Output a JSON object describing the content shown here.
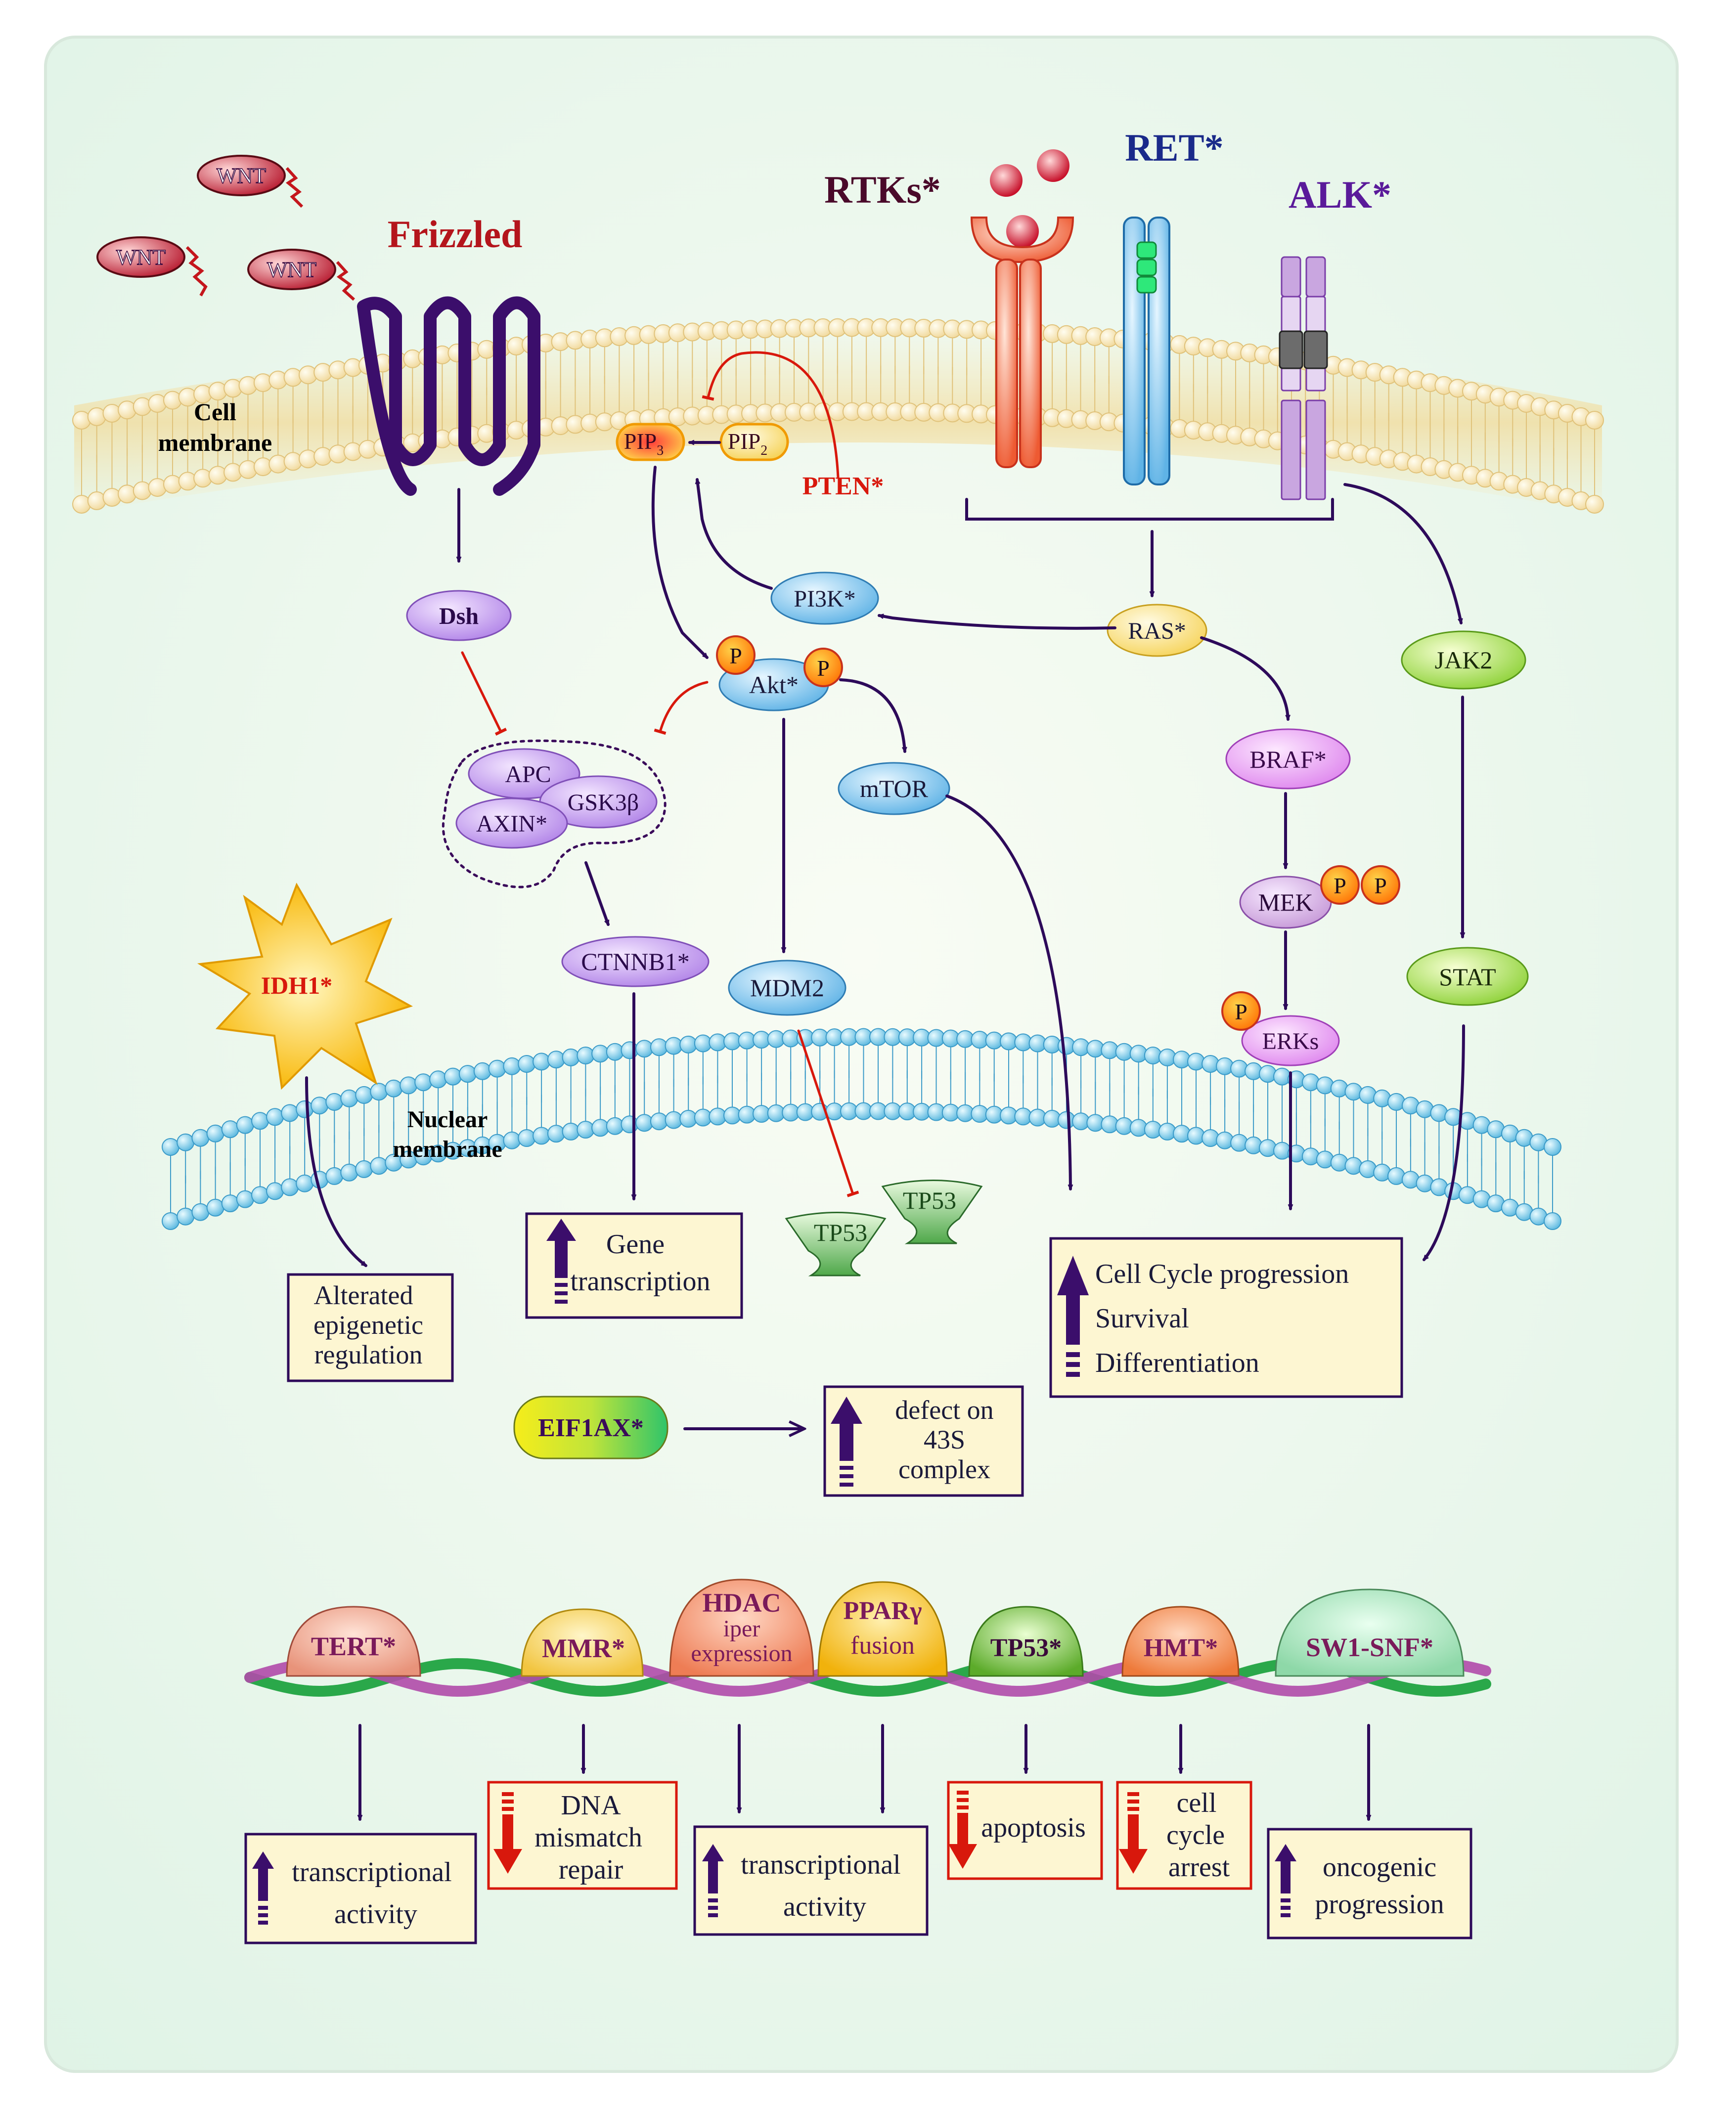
{
  "colors": {
    "arrow": "#2d0a5a",
    "inhibit": "#d8180c",
    "bg": "#eaf7ee",
    "boxFill": "#fdf6d2"
  },
  "labels": {
    "wnt": "WNT",
    "frizzled": "Frizzled",
    "cell_membrane": [
      "Cell",
      "membrane"
    ],
    "pip3": "PIP",
    "pip3_sub": "3",
    "pip2": "PIP",
    "pip2_sub": "2",
    "pten": "PTEN*",
    "rtks": "RTKs*",
    "ret": "RET*",
    "alk": "ALK*",
    "dsh": "Dsh",
    "pi3k": "PI3K*",
    "ras": "RAS*",
    "jak2": "JAK2",
    "akt": "Akt*",
    "p": "P",
    "mtor": "mTOR",
    "apc": "APC",
    "gsk3b": "GSK3β",
    "axin": "AXIN*",
    "braf": "BRAF*",
    "mek": "MEK",
    "erks": "ERKs",
    "stat": "STAT",
    "idh1": "IDH1*",
    "ctnnb1": "CTNNB1*",
    "mdm2": "MDM2",
    "nuclear_membrane": [
      "Nuclear",
      "membrane"
    ],
    "tp53": "TP53",
    "eif1ax": "EIF1AX*"
  },
  "result_boxes": {
    "gene": [
      "Gene",
      "transcription"
    ],
    "epigenetic": [
      "Alterated",
      "epigenetic",
      "regulation"
    ],
    "cellcycle": [
      "Cell Cycle progression",
      "Survival",
      "Differentiation"
    ],
    "defect": [
      "defect on",
      "43S",
      "complex"
    ]
  },
  "chromatin_factors": {
    "tert": "TERT*",
    "mmr": "MMR*",
    "hdac": [
      "HDAC",
      "iper",
      "expression"
    ],
    "pparg": [
      "PPARγ",
      "fusion"
    ],
    "tp53": "TP53*",
    "hmt": "HMT*",
    "swisnf": "SW1-SNF*"
  },
  "outcome_boxes": {
    "tert": [
      "transcriptional",
      "activity"
    ],
    "mmr": [
      "DNA",
      "mismatch",
      "repair"
    ],
    "hdac": [
      "transcriptional",
      "activity"
    ],
    "apoptosis": [
      "apoptosis"
    ],
    "hmt": [
      "cell",
      "cycle",
      "arrest"
    ],
    "onco": [
      "oncogenic",
      "progression"
    ]
  }
}
